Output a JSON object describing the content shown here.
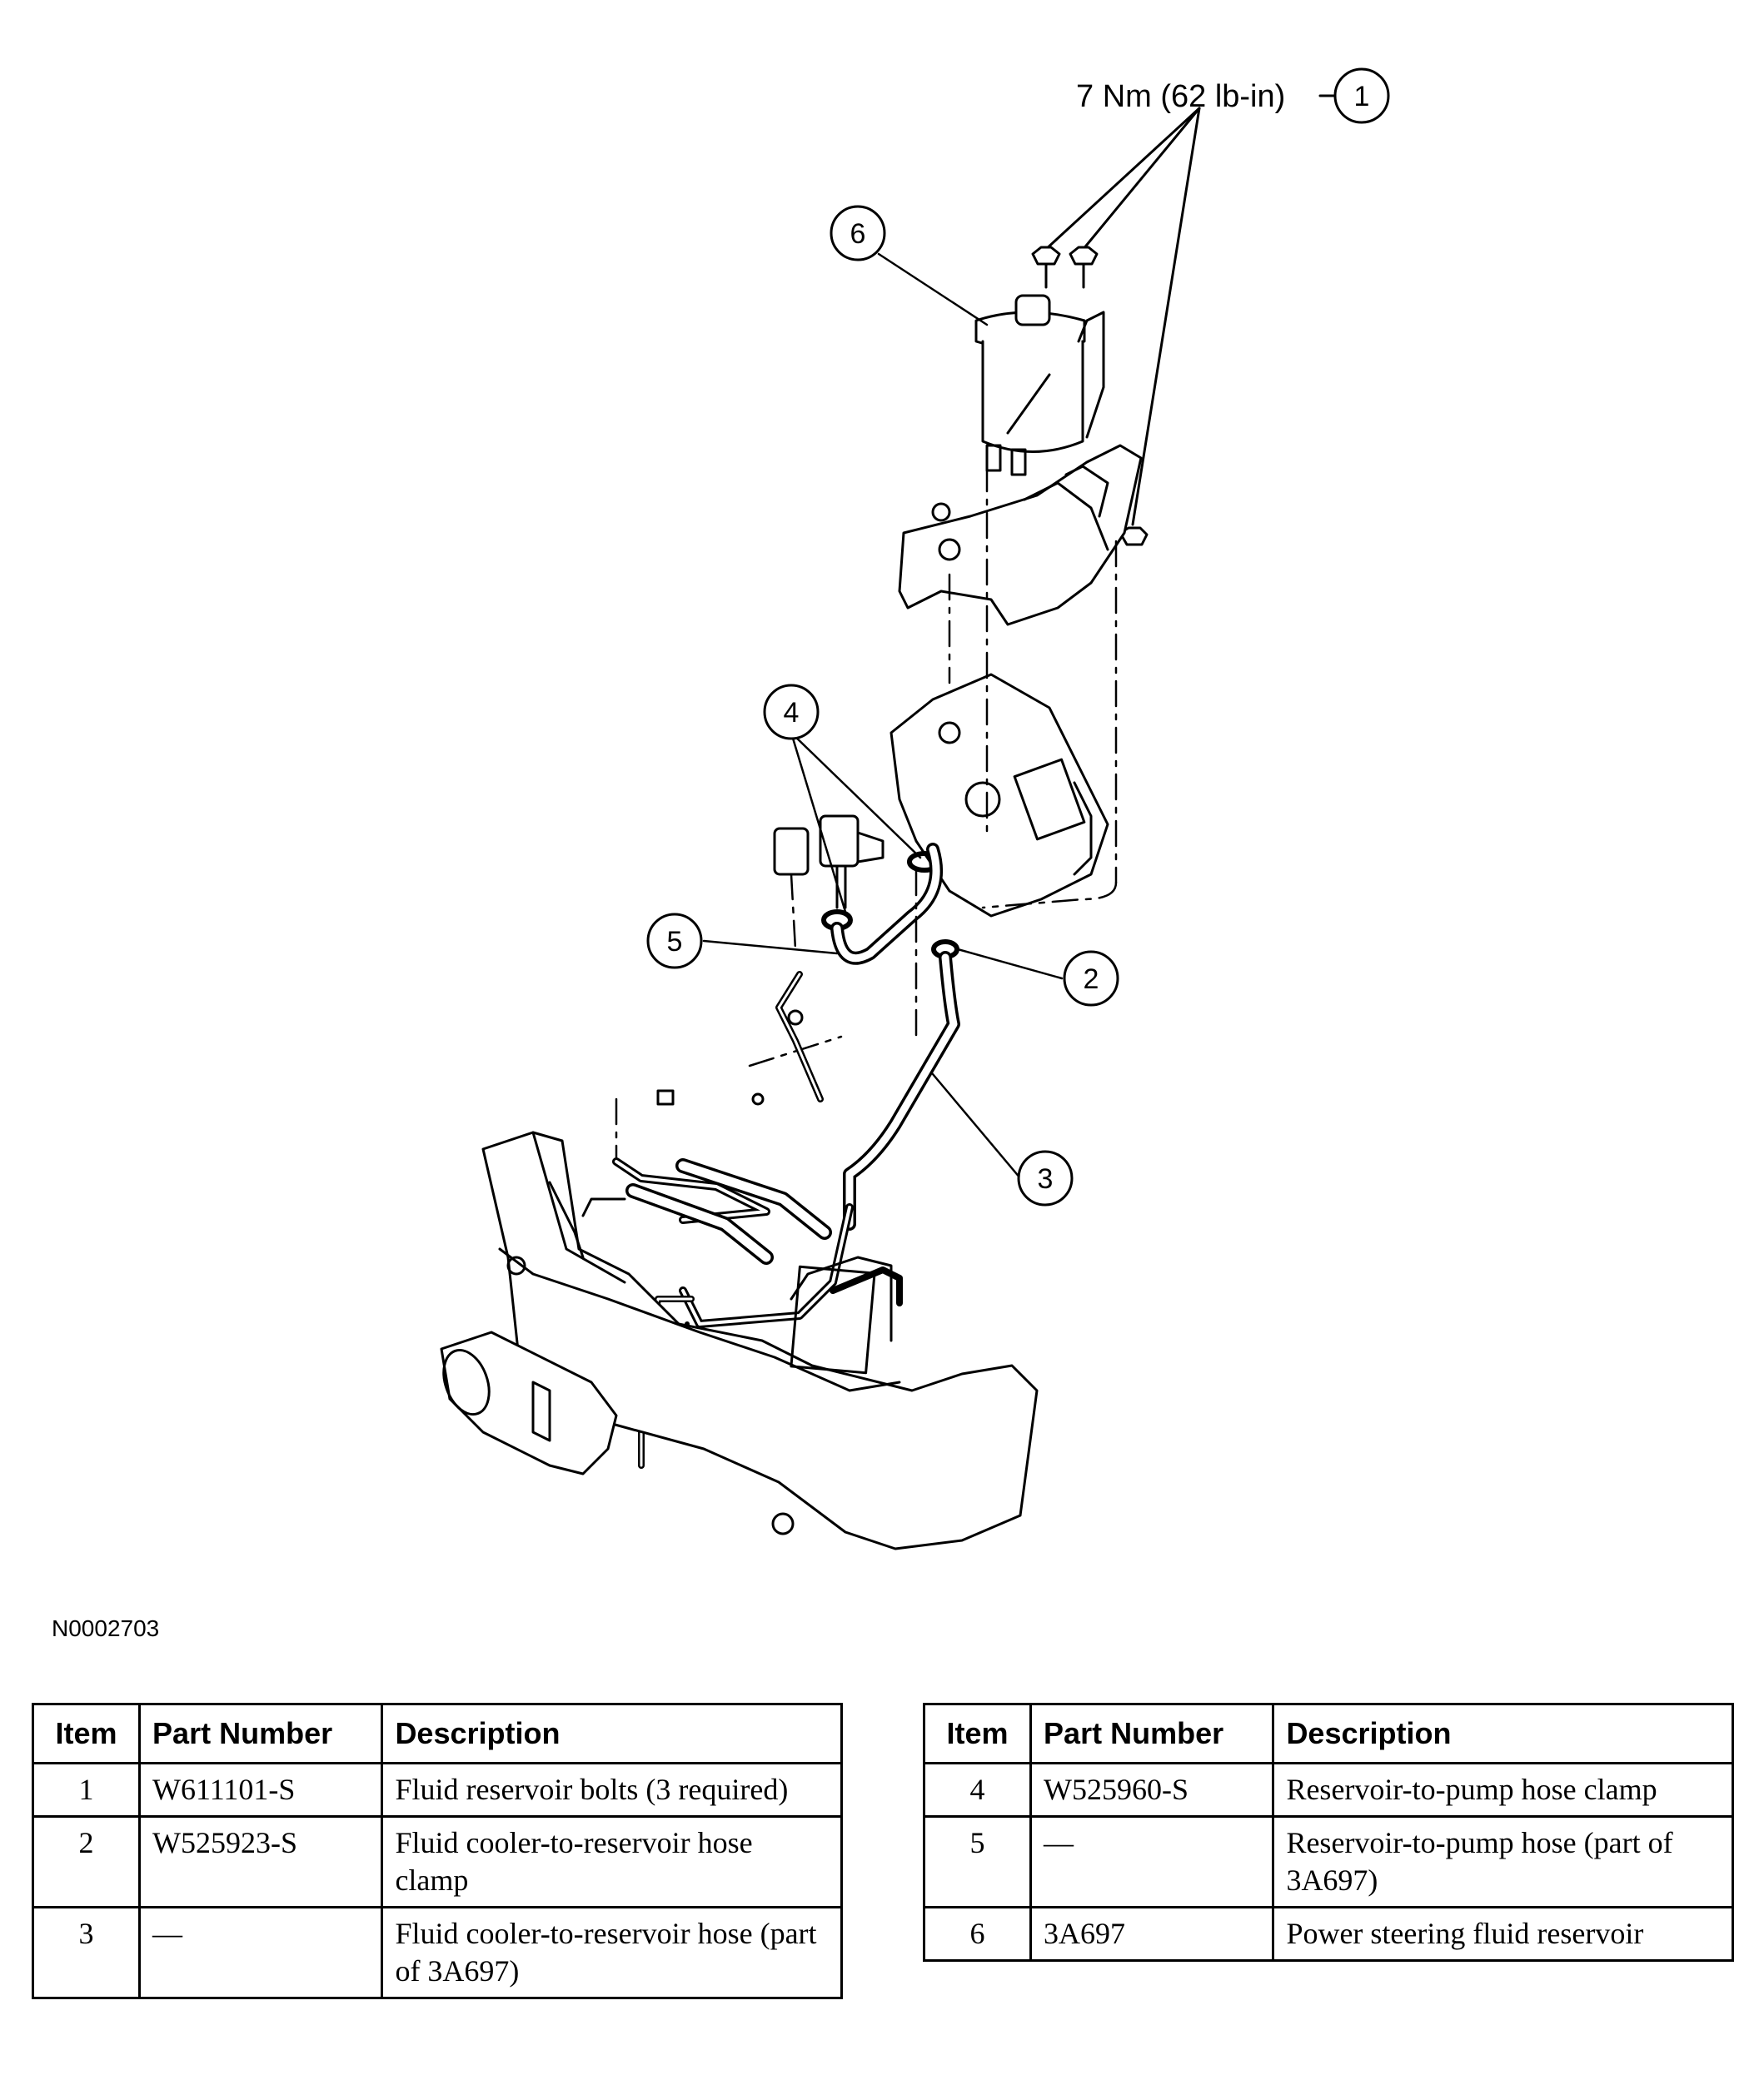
{
  "diagram": {
    "callouts": [
      {
        "id": "callout-1",
        "label": "1"
      },
      {
        "id": "callout-2",
        "label": "2"
      },
      {
        "id": "callout-3",
        "label": "3"
      },
      {
        "id": "callout-4",
        "label": "4"
      },
      {
        "id": "callout-5",
        "label": "5"
      },
      {
        "id": "callout-6",
        "label": "6"
      }
    ],
    "torque_label": "7 Nm (62 lb-in)"
  },
  "figure_id": "N0002703",
  "tables": {
    "headers": {
      "item": "Item",
      "part_number": "Part Number",
      "description": "Description"
    },
    "left": [
      {
        "item": "1",
        "part_number": "W611101-S",
        "description": "Fluid reservoir bolts (3 required)"
      },
      {
        "item": "2",
        "part_number": "W525923-S",
        "description": "Fluid cooler-to-reservoir hose clamp"
      },
      {
        "item": "3",
        "part_number": "—",
        "description": "Fluid cooler-to-reservoir hose (part of 3A697)"
      }
    ],
    "right": [
      {
        "item": "4",
        "part_number": "W525960-S",
        "description": "Reservoir-to-pump hose clamp"
      },
      {
        "item": "5",
        "part_number": "—",
        "description": "Reservoir-to-pump hose (part of 3A697)"
      },
      {
        "item": "6",
        "part_number": "3A697",
        "description": "Power steering fluid reservoir"
      }
    ]
  }
}
